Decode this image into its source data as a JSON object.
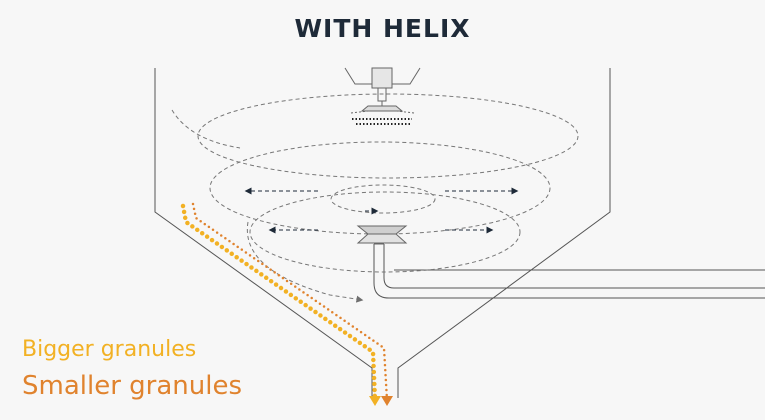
{
  "title": "WITH HELIX",
  "legend": {
    "bigger": "Bigger granules",
    "smaller": "Smaller granules"
  },
  "colors": {
    "bigger": "#f2b124",
    "smaller": "#e0832e",
    "outline": "#555555",
    "arrow": "#1e2a38",
    "flow": "#8a8a8a"
  },
  "icons": [
    "spray-nozzle-icon",
    "helix-rotor-icon",
    "arrow-left-icon",
    "arrow-right-icon"
  ]
}
